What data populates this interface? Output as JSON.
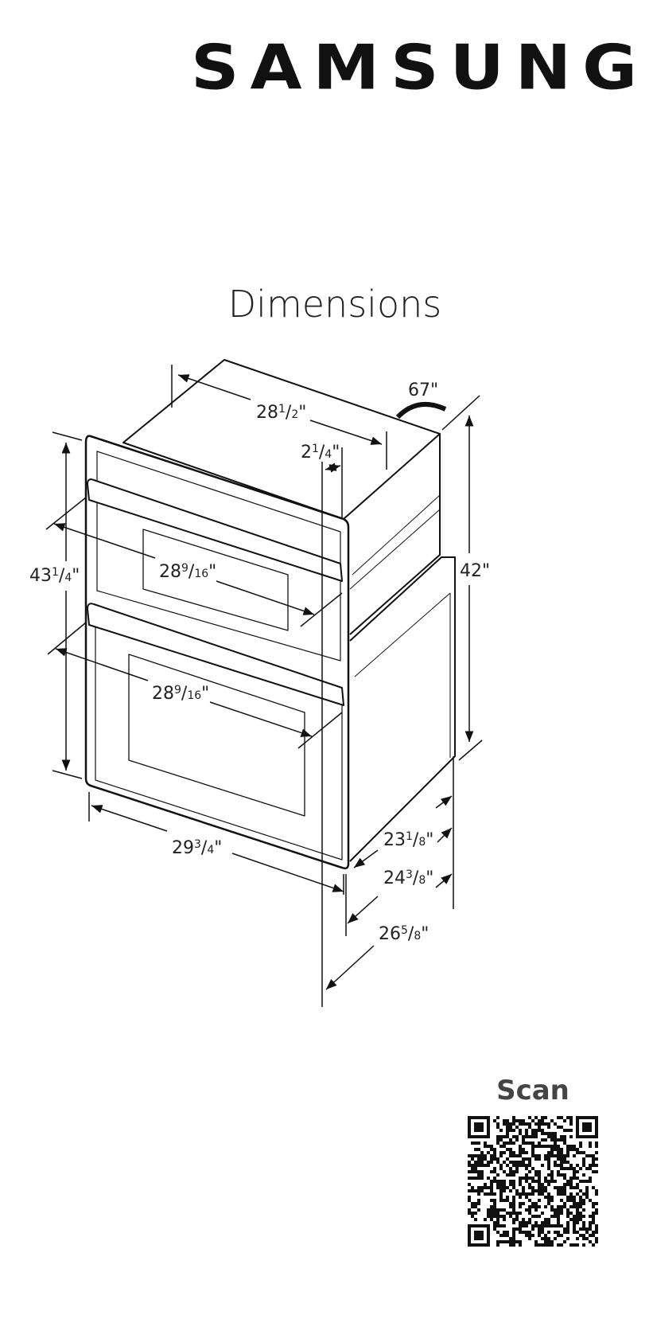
{
  "brand": "SAMSUNG",
  "title": "Dimensions",
  "scan_label": "Scan",
  "dimensions": {
    "top_depth": {
      "whole": "28",
      "num": "1",
      "den": "2"
    },
    "door_angle": {
      "whole": "67",
      "num": "",
      "den": ""
    },
    "handle_depth": {
      "whole": "2",
      "num": "1",
      "den": "4"
    },
    "cutout_height": {
      "whole": "42",
      "num": "",
      "den": ""
    },
    "overall_height": {
      "whole": "43",
      "num": "1",
      "den": "4"
    },
    "upper_door_width": {
      "whole": "28",
      "num": "9",
      "den": "16"
    },
    "lower_door_width": {
      "whole": "28",
      "num": "9",
      "den": "16"
    },
    "overall_width": {
      "whole": "29",
      "num": "3",
      "den": "4"
    },
    "depth_body": {
      "whole": "23",
      "num": "1",
      "den": "8"
    },
    "depth_with_door": {
      "whole": "24",
      "num": "3",
      "den": "8"
    },
    "depth_with_handle": {
      "whole": "26",
      "num": "5",
      "den": "8"
    }
  },
  "colors": {
    "line": "#111111",
    "scan_text": "#444444"
  }
}
